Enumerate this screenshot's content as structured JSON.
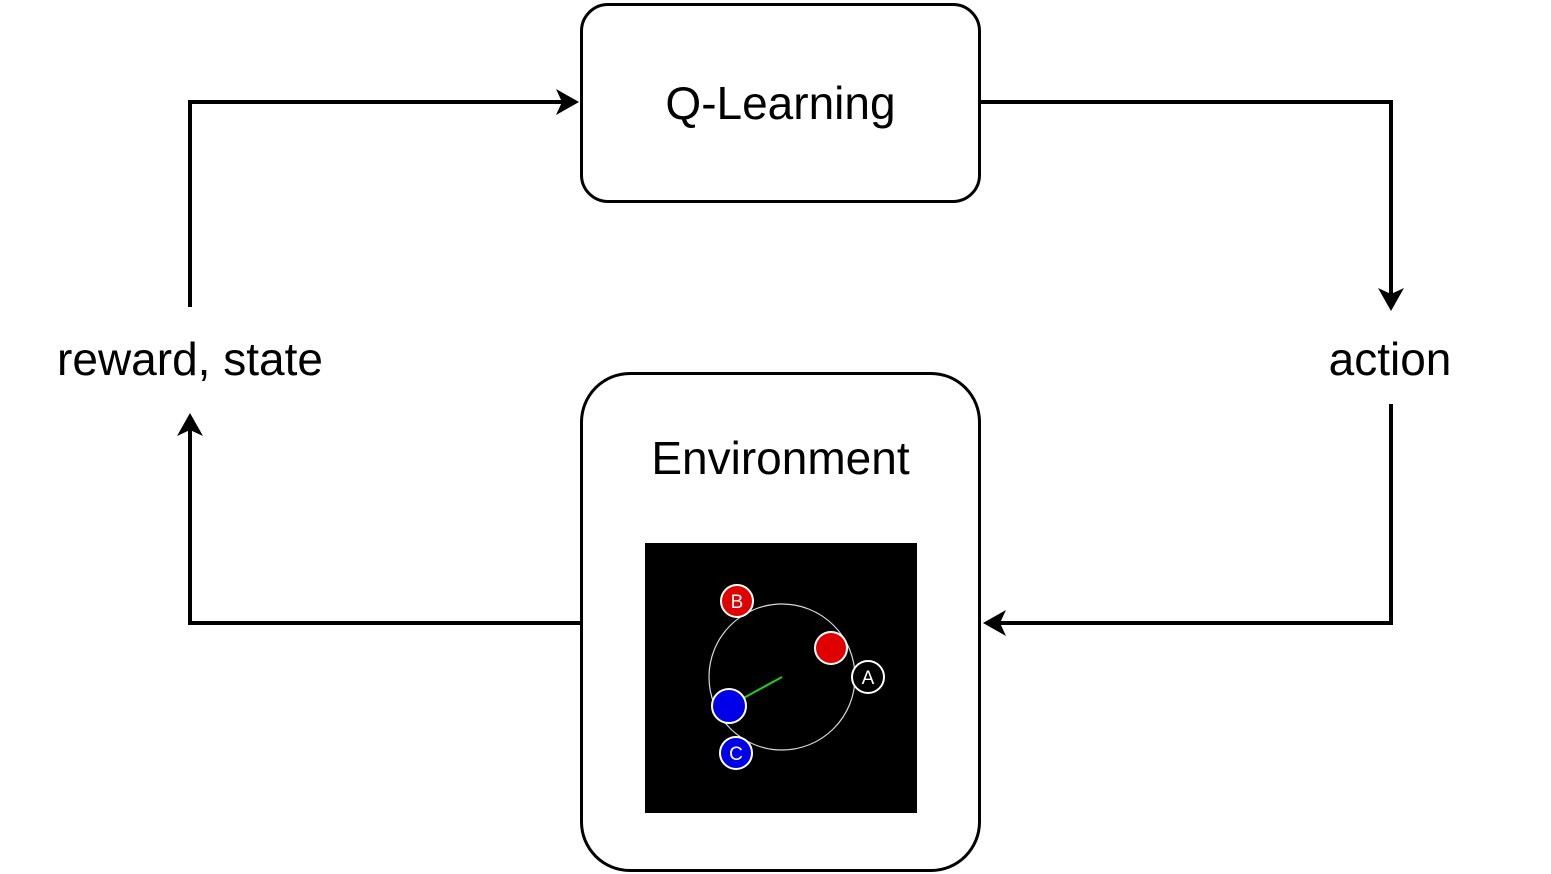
{
  "diagram": {
    "agent": {
      "title": "Q-Learning"
    },
    "environment": {
      "title": "Environment",
      "scene": {
        "background": "#000000",
        "orbit_color": "#d8d8d8",
        "pointer_color": "#22cc22",
        "markers": [
          {
            "id": "A",
            "label": "A",
            "fill": "#000000",
            "stroke": "#ffffff"
          },
          {
            "id": "B",
            "label": "B",
            "fill": "#e00000",
            "stroke": "#ffffff"
          },
          {
            "id": "C",
            "label": "C",
            "fill": "#0000e8",
            "stroke": "#ffffff"
          }
        ],
        "agents": [
          {
            "id": "red-agent",
            "fill": "#e00000",
            "stroke": "#ffffff"
          },
          {
            "id": "blue-agent",
            "fill": "#0000e8",
            "stroke": "#ffffff"
          }
        ]
      }
    },
    "edges": {
      "action_label": "action",
      "feedback_label": "reward, state"
    },
    "line_color": "#000000"
  }
}
